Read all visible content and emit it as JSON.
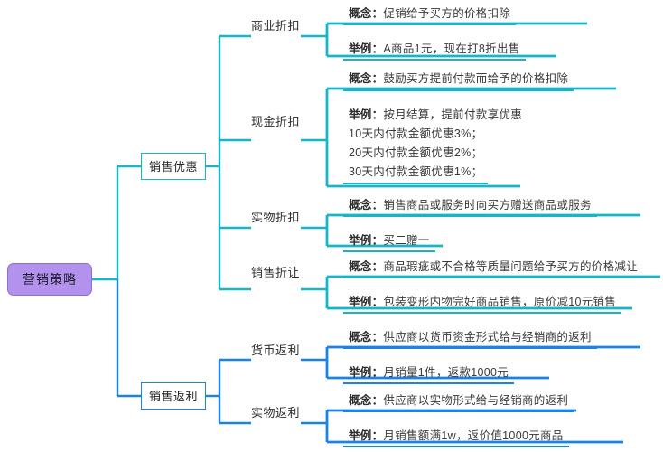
{
  "title": "营销策略思维导图",
  "colors": {
    "root_fill": "#b292ec",
    "root_border": "#8c6fd0",
    "teal": "#18b5c6",
    "blue": "#1a82e8",
    "background": "#ffffff",
    "text": "#2b2b2b"
  },
  "root": {
    "label": "营销策略"
  },
  "branches": [
    {
      "label": "销售优惠",
      "color": "#18b5c6",
      "children": [
        {
          "label": "商业折扣",
          "concept_prefix": "概念：",
          "concept": "促销给予买方的价格扣除",
          "example_prefix": "举例：",
          "example": "A商品1元，现在打8折出售",
          "example_extra": []
        },
        {
          "label": "现金折扣",
          "concept_prefix": "概念：",
          "concept": "鼓励买方提前付款而给予的价格扣除",
          "example_prefix": "举例：",
          "example": "按月结算，提前付款享优惠",
          "example_extra": [
            "10天内付款金额优惠3%；",
            "20天内付款金额优惠2%；",
            "30天内付款金额优惠1%；"
          ]
        },
        {
          "label": "实物折扣",
          "concept_prefix": "概念：",
          "concept": "销售商品或服务时向买方赠送商品或服务",
          "example_prefix": "举例：",
          "example": "买二赠一",
          "example_extra": []
        },
        {
          "label": "销售折让",
          "concept_prefix": "概念：",
          "concept": "商品瑕疵或不合格等质量问题给予买方的价格减让",
          "example_prefix": "举例：",
          "example": "包装变形内物完好商品销售，原价减10元销售",
          "example_extra": []
        }
      ]
    },
    {
      "label": "销售返利",
      "color": "#1a82e8",
      "children": [
        {
          "label": "货币返利",
          "concept_prefix": "概念：",
          "concept": "供应商以货币资金形式给与经销商的返利",
          "example_prefix": "举例：",
          "example": "月销量1件，返款1000元",
          "example_extra": []
        },
        {
          "label": "实物返利",
          "concept_prefix": "概念：",
          "concept": "供应商以实物形式给与经销商的返利",
          "example_prefix": "举例：",
          "example": "月销售额满1w，返价值1000元商品",
          "example_extra": []
        }
      ]
    }
  ]
}
